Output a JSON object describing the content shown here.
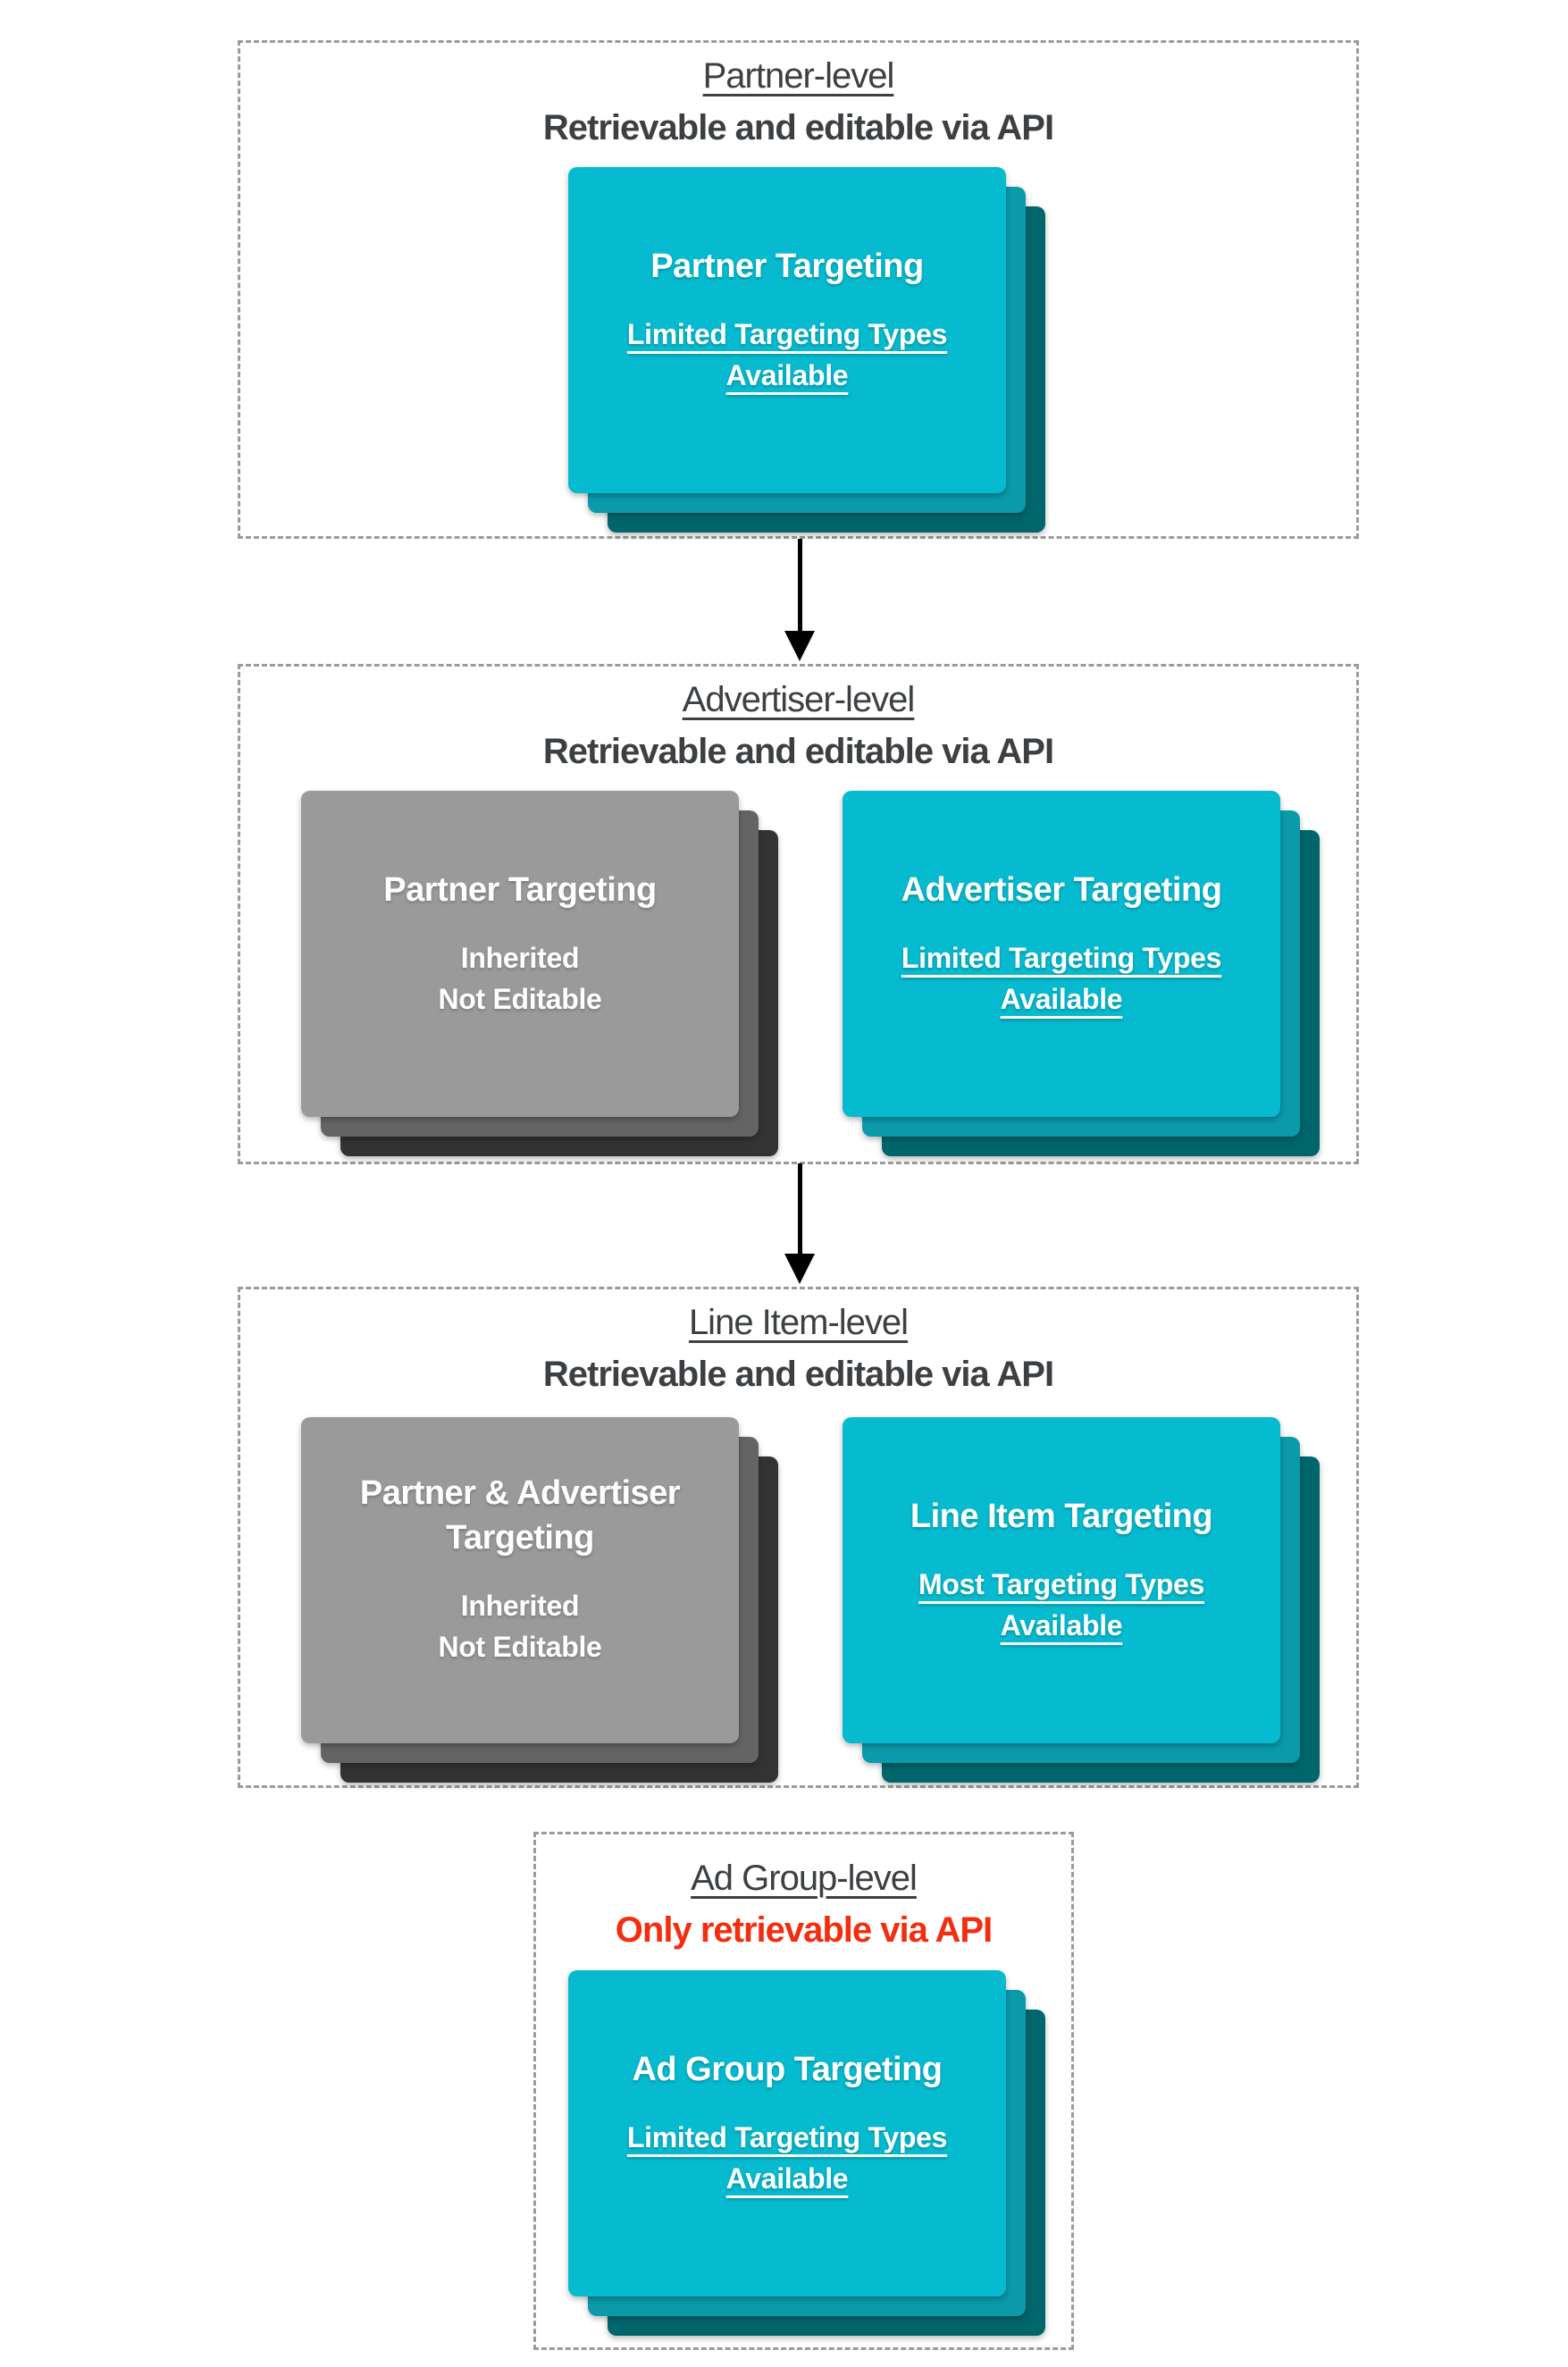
{
  "palette": {
    "background": "#ffffff",
    "heading": "#3d4043",
    "alert-red": "#f42d0e",
    "cyan-front": "#06bacf",
    "cyan-mid": "#0a9aaa",
    "cyan-back": "#00666c",
    "gray-front": "#9a9a9a",
    "gray-mid": "#646464",
    "gray-back": "#333333",
    "card-text": "#ffffff",
    "arrow-black": "#000000",
    "dashed-border": "#9b9b9b"
  },
  "sections": [
    {
      "id": "partner",
      "title": "Partner-level",
      "status": "Retrievable and editable via API",
      "cards": [
        {
          "variant": "cyan",
          "title": "Partner Targeting",
          "subtitle": "Limited Targeting Types\nAvailable",
          "subtitle_underlined": true
        }
      ]
    },
    {
      "id": "advertiser",
      "title": "Advertiser-level",
      "status": "Retrievable and editable via API",
      "cards": [
        {
          "variant": "gray",
          "title": "Partner Targeting",
          "subtitle": "Inherited\nNot Editable",
          "subtitle_underlined": false
        },
        {
          "variant": "cyan",
          "title": "Advertiser Targeting",
          "subtitle": "Limited Targeting Types\nAvailable",
          "subtitle_underlined": true
        }
      ]
    },
    {
      "id": "line-item",
      "title": "Line Item-level",
      "status": "Retrievable and editable via API",
      "cards": [
        {
          "variant": "gray",
          "title": "Partner & Advertiser\nTargeting",
          "subtitle": "Inherited\nNot Editable",
          "subtitle_underlined": false
        },
        {
          "variant": "cyan",
          "title": "Line Item Targeting",
          "subtitle": "Most Targeting Types\nAvailable",
          "subtitle_underlined": true
        }
      ]
    },
    {
      "id": "ad-group",
      "title": "Ad Group-level",
      "status": "Only retrievable via API",
      "cards": [
        {
          "variant": "cyan",
          "title": "Ad Group Targeting",
          "subtitle": "Limited Targeting Types\nAvailable",
          "subtitle_underlined": true
        }
      ]
    }
  ]
}
